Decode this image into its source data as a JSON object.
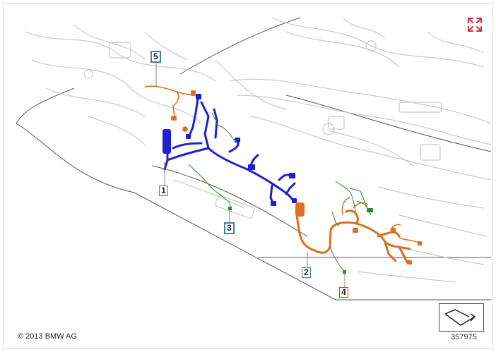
{
  "diagram": {
    "callouts": [
      {
        "id": "1",
        "label": "1"
      },
      {
        "id": "2",
        "label": "2"
      },
      {
        "id": "3",
        "label": "3"
      },
      {
        "id": "4",
        "label": "4"
      },
      {
        "id": "5",
        "label": "5"
      }
    ],
    "copyright": "© 2013 BMW AG",
    "reference_number": "357975",
    "colors": {
      "harness_1": "#1f1fd6",
      "harness_2": "#d87020",
      "harness_3": "#2e8b2e",
      "harness_4": "#2e8b2e",
      "harness_5": "#d87020",
      "expand_icon": "#d32f2f",
      "background_parts": "#c8c8c8"
    }
  },
  "icons": {
    "expand": "expand-arrows-icon",
    "reference": "direction-arrow-icon"
  }
}
